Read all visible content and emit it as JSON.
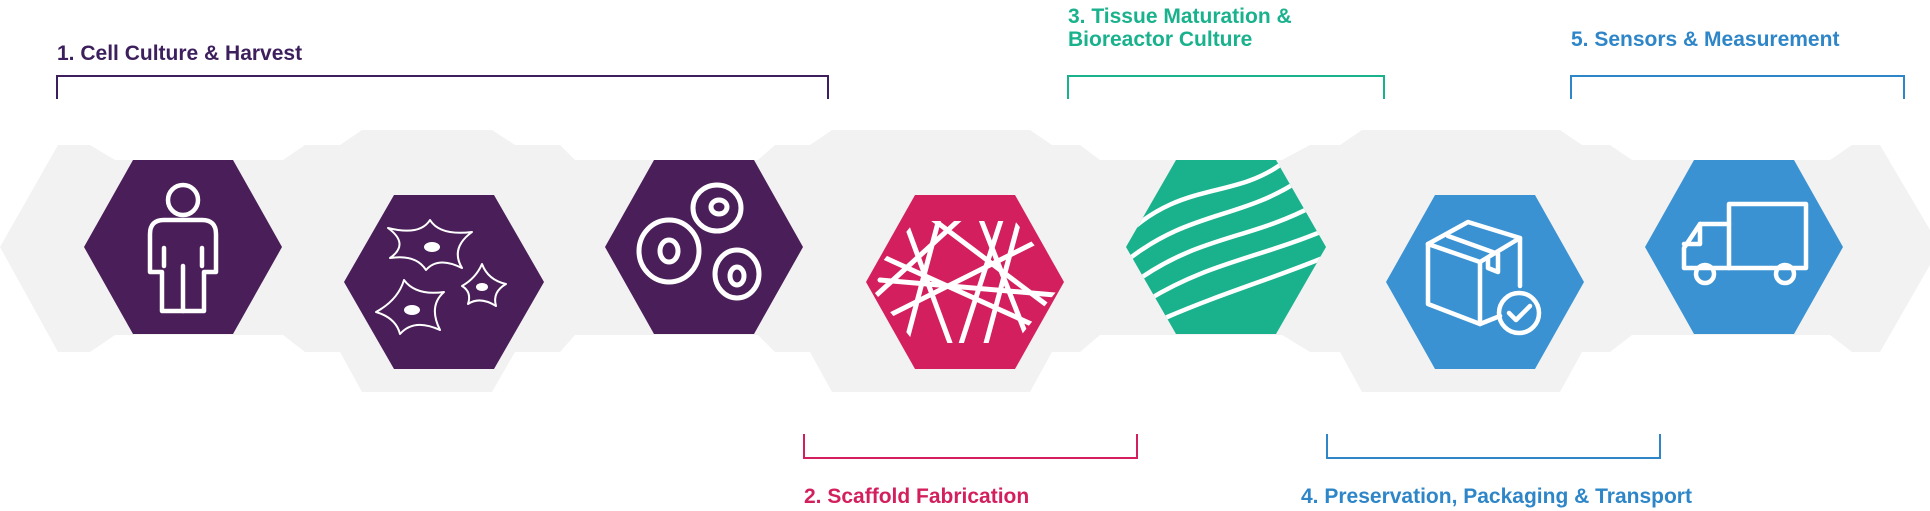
{
  "stages": [
    {
      "label": "1. Cell Culture & Harvest",
      "color": "#3c1f5c"
    },
    {
      "label": "2. Scaffold Fabrication",
      "color": "#d31f5e"
    },
    {
      "label_lines": [
        "3. Tissue Maturation &",
        "Bioreactor Culture"
      ],
      "color": "#1ab28d"
    },
    {
      "label": "4. Preservation, Packaging & Transport",
      "color": "#2e86c8"
    },
    {
      "label": "5. Sensors & Measurement",
      "color": "#2e86c8"
    }
  ],
  "icons": [
    {
      "name": "person-icon",
      "color": "#4a1e58"
    },
    {
      "name": "stem-cell-icon",
      "color": "#4a1e58"
    },
    {
      "name": "cells-icon",
      "color": "#4a1e58"
    },
    {
      "name": "scaffold-fiber-icon",
      "color": "#d31f5e"
    },
    {
      "name": "tissue-layers-icon",
      "color": "#1ab28d"
    },
    {
      "name": "package-check-icon",
      "color": "#3a92d2"
    },
    {
      "name": "delivery-truck-icon",
      "color": "#3a92d2"
    }
  ],
  "band_color": "#f2f2f2"
}
